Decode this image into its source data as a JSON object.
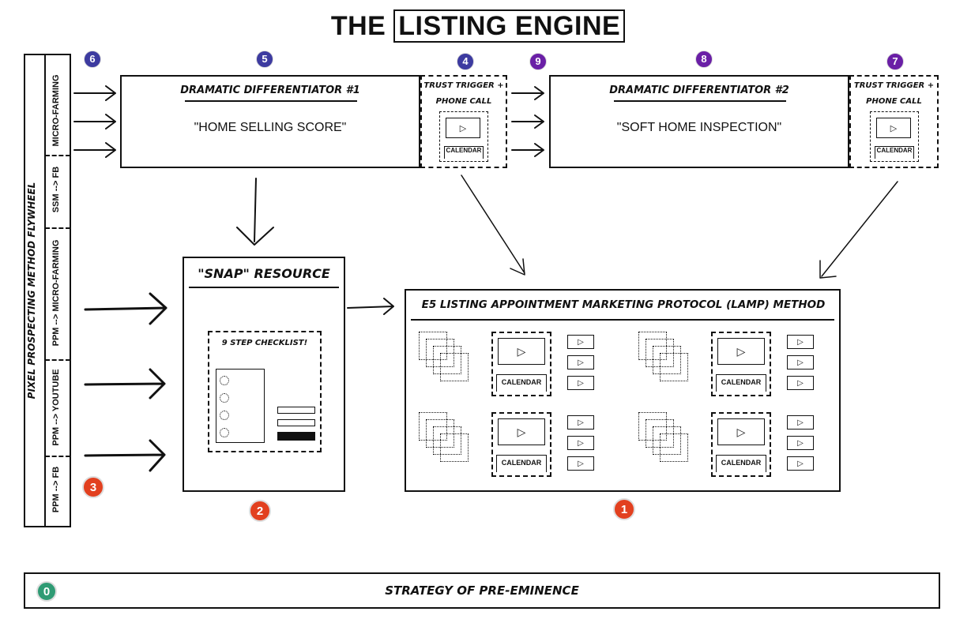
{
  "title": {
    "part1": "THE",
    "part2": "LISTING ENGINE"
  },
  "flywheel": {
    "label": "PIXEL PROSPECTING METHOD FLYWHEEL",
    "segments": [
      "MICRO-FARMING",
      "SSM --> FB",
      "PPM --> MICRO-FARMING",
      "PPM --> YOUTUBE",
      "PPM --> FB"
    ]
  },
  "badges": {
    "b0": "0",
    "b1": "1",
    "b2": "2",
    "b3": "3",
    "b4": "4",
    "b5": "5",
    "b6": "6",
    "b7": "7",
    "b8": "8",
    "b9": "9"
  },
  "badge_colors": {
    "blue": "#3d3ba0",
    "purple": "#6a1fa6",
    "red": "#e2401f",
    "green": "#2f9b74"
  },
  "dd1": {
    "heading": "DRAMATIC DIFFERENTIATOR #1",
    "name": "\"HOME SELLING SCORE\""
  },
  "dd2": {
    "heading": "DRAMATIC DIFFERENTIATOR #2",
    "name": "\"SOFT HOME INSPECTION\""
  },
  "trust": {
    "line1": "TRUST TRIGGER +",
    "line2": "PHONE CALL",
    "calendar": "CALENDAR"
  },
  "snap": {
    "heading": "\"SNAP\" RESOURCE",
    "checklist": "9 STEP CHECKLIST!"
  },
  "lamp": {
    "heading": "E5 LISTING APPOINTMENT MARKETING PROTOCOL (LAMP) METHOD",
    "calendar": "CALENDAR"
  },
  "footer": {
    "label": "STRATEGY OF PRE-EMINENCE"
  },
  "icons": {
    "play": "play-icon",
    "calendar": "calendar-icon",
    "arrow": "arrow-icon"
  }
}
